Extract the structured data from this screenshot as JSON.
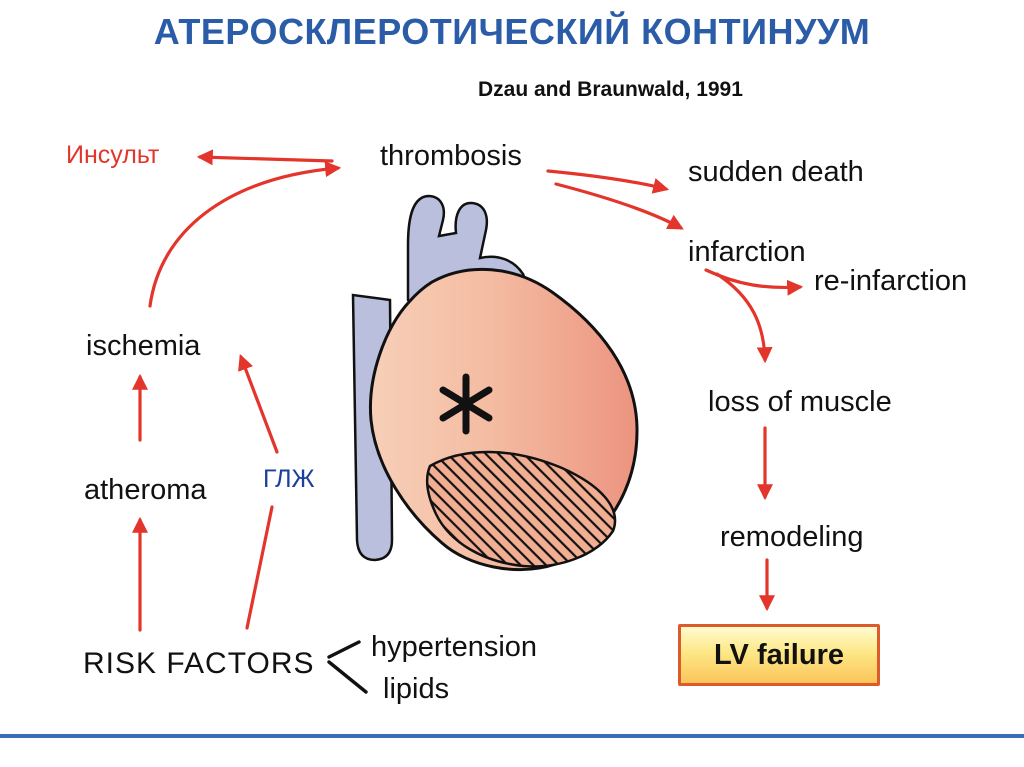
{
  "slide": {
    "title": "АТЕРОСКЛЕРОТИЧЕСКИЙ КОНТИНУУМ",
    "citation": "Dzau and Braunwald, 1991"
  },
  "labels": {
    "stroke": "Инсульт",
    "thrombosis": "thrombosis",
    "sudden_death": "sudden death",
    "infarction": "infarction",
    "re_infarction": "re-infarction",
    "ischemia": "ischemia",
    "loss_of_muscle": "loss of muscle",
    "atheroma": "atheroma",
    "lvh": "ГЛЖ",
    "remodeling": "remodeling",
    "lv_failure": "LV failure",
    "risk_factors": "RISK FACTORS",
    "hypertension": "hypertension",
    "lipids": "lipids"
  },
  "edges": [
    {
      "from": "ischemia",
      "to": "thrombosis"
    },
    {
      "from": "thrombosis",
      "to": "Инсульт"
    },
    {
      "from": "thrombosis",
      "to": "sudden death"
    },
    {
      "from": "thrombosis",
      "to": "infarction"
    },
    {
      "from": "infarction",
      "to": "re-infarction"
    },
    {
      "from": "infarction",
      "to": "loss of muscle"
    },
    {
      "from": "loss of muscle",
      "to": "remodeling"
    },
    {
      "from": "remodeling",
      "to": "LV failure"
    },
    {
      "from": "atheroma",
      "to": "ischemia"
    },
    {
      "from": "RISK FACTORS",
      "to": "atheroma"
    },
    {
      "from": "RISK FACTORS",
      "to": "ГЛЖ"
    },
    {
      "from": "ГЛЖ",
      "to": "ischemia"
    },
    {
      "from": "RISK FACTORS",
      "to": "hypertension"
    },
    {
      "from": "RISK FACTORS",
      "to": "lipids"
    }
  ],
  "colors": {
    "title_blue": "#2B5CA8",
    "arrow_red": "#E3352B",
    "label_blue": "#1B3FA0",
    "vessel_blue": "#B9BFDC",
    "heart_pink_light": "#F7CFB8",
    "heart_pink_dark": "#EC9480",
    "lv_failure_border": "#DC5A2C",
    "lv_failure_fill_top": "#FEFBCF",
    "lv_failure_fill_bottom": "#FAC55A",
    "bottom_line": "#3A6CB7"
  }
}
